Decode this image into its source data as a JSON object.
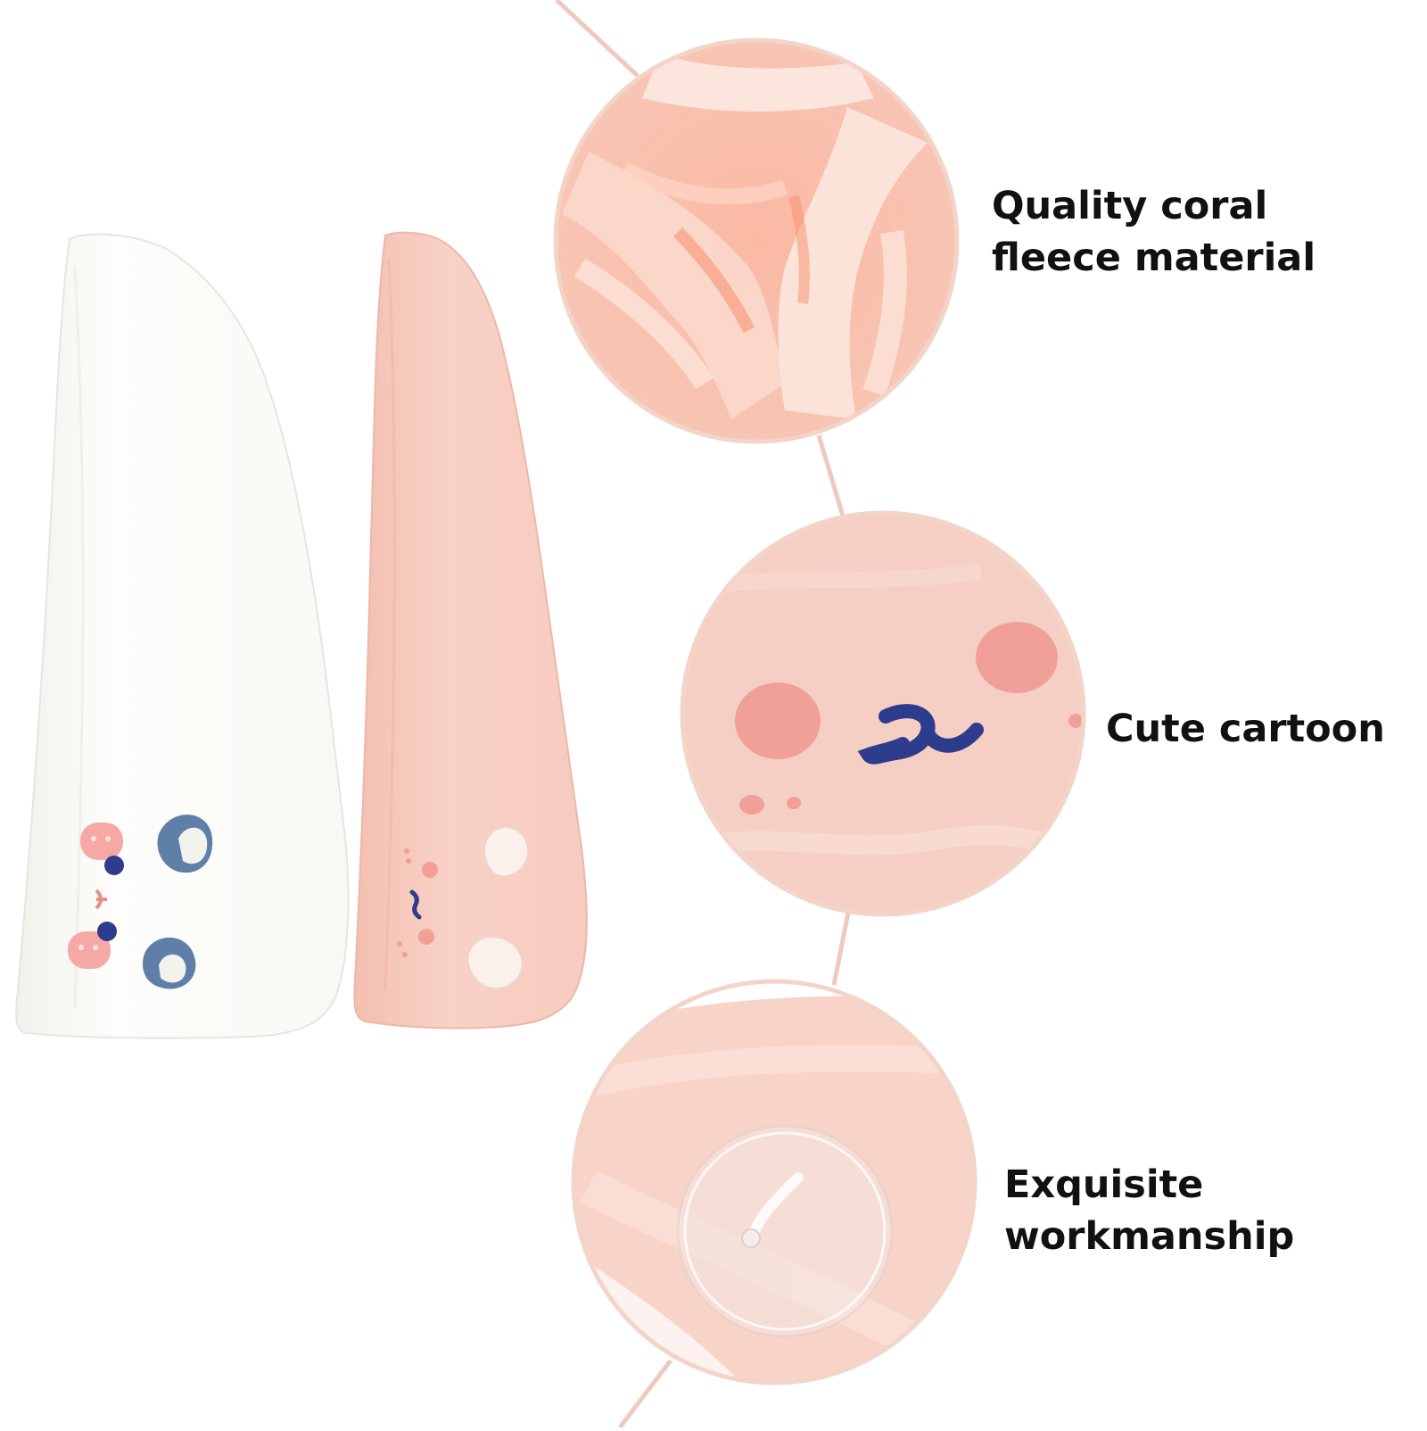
{
  "colors": {
    "background": "#ffffff",
    "connector_line": "#efc9bd",
    "circle_border": "#f3d4c9",
    "white_towel": "#fbfbf8",
    "pink_towel": "#f7c9bd",
    "fleece_peach": "#f9a98f",
    "embroidery_pink": "#f29f96",
    "embroidery_navy": "#2d3c8c",
    "text": "#111111"
  },
  "products": {
    "white_towel": {
      "icon": "white-bunny-hair-towel",
      "eye_color": "#2d3c8c",
      "cheek_color": "#f6a8a5",
      "ear_color": "#5f7fa8"
    },
    "pink_towel": {
      "icon": "pink-bunny-hair-towel",
      "eye_color": "#f29f96",
      "mouth_color": "#2d3c8c",
      "ear_color": "#fbf0ec"
    }
  },
  "features": [
    {
      "icon": "coral-fleece-closeup",
      "line1": "Quality coral",
      "line2": "fleece material"
    },
    {
      "icon": "cartoon-face-closeup",
      "line1": "Cute cartoon",
      "line2": ""
    },
    {
      "icon": "button-loop-closeup",
      "line1": "Exquisite",
      "line2": "workmanship"
    }
  ]
}
